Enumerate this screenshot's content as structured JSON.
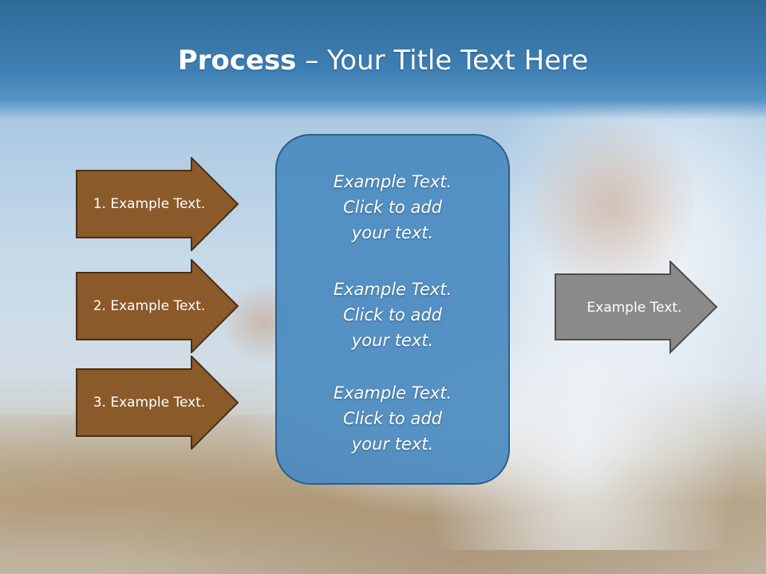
{
  "slide": {
    "title_strong": "Process",
    "title_rest": " – Your Title Text Here"
  },
  "left_steps": [
    {
      "label": "1. Example Text."
    },
    {
      "label": "2. Example Text."
    },
    {
      "label": "3. Example Text."
    }
  ],
  "center_blocks": [
    {
      "lines": [
        "Example Text.",
        "Click  to add",
        "your text."
      ]
    },
    {
      "lines": [
        "Example Text.",
        "Click  to add",
        "your text."
      ]
    },
    {
      "lines": [
        "Example Text.",
        "Click  to add",
        "your text."
      ]
    }
  ],
  "right_output": {
    "label": "Example Text."
  },
  "colors": {
    "title_bar": "#3f80b4",
    "step_arrow_fill": "#8b5a2b",
    "step_arrow_stroke": "#4a2e14",
    "center_box_fill": "#4a8ac0",
    "output_arrow_fill": "#8a8a8a",
    "output_arrow_stroke": "#4d4d4d"
  }
}
